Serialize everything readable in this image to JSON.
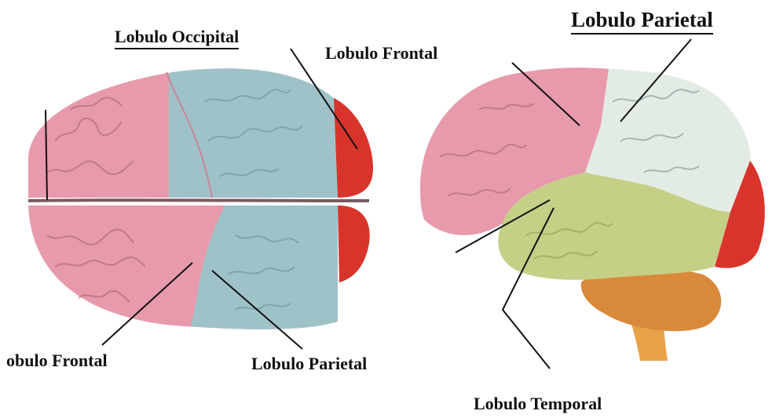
{
  "labels": {
    "occipital_top": "Lobulo Occipital",
    "frontal_side": "Lobulo Frontal",
    "parietal_side": "Lobulo Parietal",
    "frontal_top": "obulo Frontal",
    "parietal_top": "Lobulo Parietal",
    "temporal_side": "Lobulo Temporal"
  },
  "colors": {
    "frontal": "#e79aac",
    "parietal_top": "#9fc2c8",
    "parietal_side": "#e3ece4",
    "occipital": "#d9342c",
    "temporal": "#c5cf86",
    "cerebellum": "#d9893a",
    "brainstem": "#e8a24a"
  }
}
